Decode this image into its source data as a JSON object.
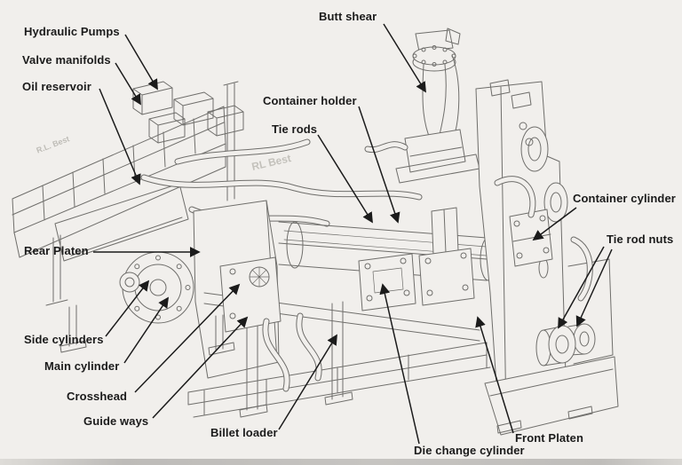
{
  "labels": {
    "hydraulic_pumps": "Hydraulic Pumps",
    "valve_manifolds": "Valve manifolds",
    "oil_reservoir": "Oil reservoir",
    "butt_shear": "Butt shear",
    "container_holder": "Container holder",
    "tie_rods": "Tie rods",
    "container_cylinder": "Container cylinder",
    "tie_rod_nuts": "Tie rod nuts",
    "rear_platen": "Rear Platen",
    "side_cylinders": "Side cylinders",
    "main_cylinder": "Main cylinder",
    "crosshead": "Crosshead",
    "guide_ways": "Guide ways",
    "billet_loader": "Billet loader",
    "die_change_cylinder": "Die change cylinder",
    "front_platen": "Front Platen"
  },
  "watermarks": {
    "left_logo": "R.L. Best",
    "center_logo": "RL Best"
  },
  "colors": {
    "paper": "#f1efec",
    "drawing_line": "#6f6e6b",
    "annotation": "#1b1b1b",
    "bottom_scan_edge": "#c2c0bd"
  }
}
